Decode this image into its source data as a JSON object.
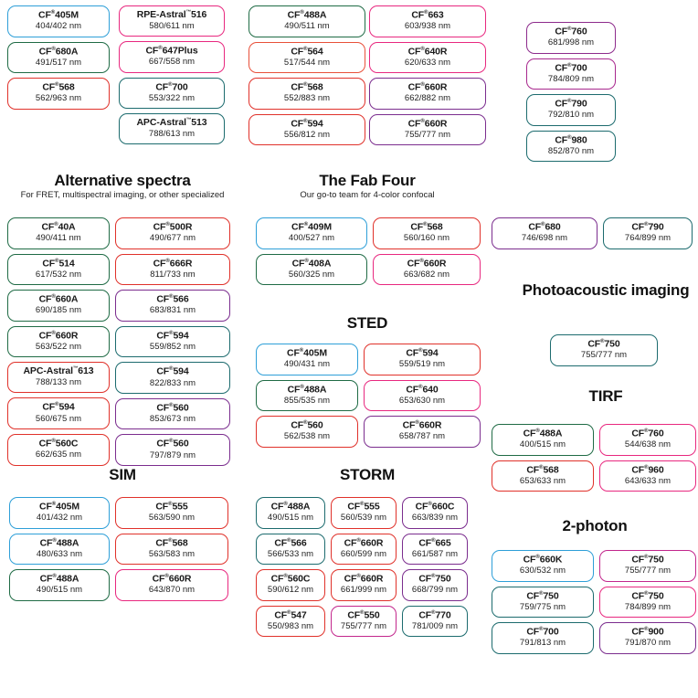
{
  "meta": {
    "reg_mark": "®",
    "tm_mark": "™"
  },
  "sections": [
    {
      "id": "top-left",
      "title": "",
      "subtitle": "",
      "columns": [
        {
          "id": "top-left-col1",
          "items": [
            {
              "name": "CF",
              "sup": "reg",
              "suffix": "405M",
              "spec": "404/402 nm",
              "color": "blue"
            },
            {
              "name": "CF",
              "sup": "reg",
              "suffix": "680A",
              "spec": "491/517 nm",
              "color": "green"
            },
            {
              "name": "CF",
              "sup": "reg",
              "suffix": "568",
              "spec": "562/963 nm",
              "color": "red"
            }
          ]
        },
        {
          "id": "top-left-col2",
          "items": [
            {
              "name": "RPE-Astral",
              "sup": "tm",
              "suffix": "516",
              "spec": "580/611 nm",
              "color": "pink"
            },
            {
              "name": "CF",
              "sup": "reg",
              "suffix": "647Plus",
              "spec": "667/558 nm",
              "color": "pink"
            },
            {
              "name": "CF",
              "sup": "reg",
              "suffix": "700",
              "spec": "553/322 nm",
              "color": "teal"
            },
            {
              "name": "APC-Astral",
              "sup": "tm",
              "suffix": "513",
              "spec": "788/613 nm",
              "color": "teal"
            }
          ]
        }
      ]
    },
    {
      "id": "top-middle",
      "title": "",
      "subtitle": "",
      "columns": [
        {
          "id": "top-middle-col1",
          "items": [
            {
              "name": "CF",
              "sup": "reg",
              "suffix": "488A",
              "spec": "490/511 nm",
              "color": "green"
            },
            {
              "name": "CF",
              "sup": "reg",
              "suffix": "564",
              "spec": "517/544 nm",
              "color": "orange"
            },
            {
              "name": "CF",
              "sup": "reg",
              "suffix": "568",
              "spec": "552/883 nm",
              "color": "red"
            },
            {
              "name": "CF",
              "sup": "reg",
              "suffix": "594",
              "spec": "556/812 nm",
              "color": "red"
            }
          ]
        },
        {
          "id": "top-middle-col2",
          "items": [
            {
              "name": "CF",
              "sup": "reg",
              "suffix": "663",
              "spec": "603/938 nm",
              "color": "pink"
            },
            {
              "name": "CF",
              "sup": "reg",
              "suffix": "640R",
              "spec": "620/633 nm",
              "color": "pink"
            },
            {
              "name": "CF",
              "sup": "reg",
              "suffix": "660R",
              "spec": "662/882 nm",
              "color": "purple"
            },
            {
              "name": "CF",
              "sup": "reg",
              "suffix": "660R",
              "spec": "755/777 nm",
              "color": "purple"
            }
          ]
        }
      ]
    },
    {
      "id": "top-right",
      "title": "",
      "subtitle": "",
      "columns": [
        {
          "id": "top-right-col1",
          "items": [
            {
              "name": "CF",
              "sup": "reg",
              "suffix": "760",
              "spec": "681/998 nm",
              "color": "grad-pm"
            },
            {
              "name": "CF",
              "sup": "reg",
              "suffix": "700",
              "spec": "784/809 nm",
              "color": "grad-mp"
            },
            {
              "name": "CF",
              "sup": "reg",
              "suffix": "790",
              "spec": "792/810 nm",
              "color": "teal"
            },
            {
              "name": "CF",
              "sup": "reg",
              "suffix": "980",
              "spec": "852/870 nm",
              "color": "teal"
            }
          ]
        }
      ]
    },
    {
      "id": "alternative-spectra",
      "title": "Alternative spectra",
      "subtitle": "For FRET, multispectral imaging, or other specialized",
      "columns": [
        {
          "id": "alt-col1",
          "items": [
            {
              "name": "CF",
              "sup": "reg",
              "suffix": "40A",
              "spec": "490/411 nm",
              "color": "green"
            },
            {
              "name": "CF",
              "sup": "reg",
              "suffix": "514",
              "spec": "617/532 nm",
              "color": "green"
            },
            {
              "name": "CF",
              "sup": "reg",
              "suffix": "660A",
              "spec": "690/185 nm",
              "color": "green"
            },
            {
              "name": "CF",
              "sup": "reg",
              "suffix": "660R",
              "spec": "563/522 nm",
              "color": "green"
            },
            {
              "name": "APC-Astral",
              "sup": "tm",
              "suffix": "613",
              "spec": "788/133 nm",
              "color": "red"
            },
            {
              "name": "CF",
              "sup": "reg",
              "suffix": "594",
              "spec": "560/675 nm",
              "color": "red"
            },
            {
              "name": "CF",
              "sup": "reg",
              "suffix": "560C",
              "spec": "662/635 nm",
              "color": "red"
            }
          ]
        },
        {
          "id": "alt-col2",
          "items": [
            {
              "name": "CF",
              "sup": "reg",
              "suffix": "500R",
              "spec": "490/677 nm",
              "color": "red"
            },
            {
              "name": "CF",
              "sup": "reg",
              "suffix": "666R",
              "spec": "811/733 nm",
              "color": "red"
            },
            {
              "name": "CF",
              "sup": "reg",
              "suffix": "566",
              "spec": "683/831 nm",
              "color": "purple"
            },
            {
              "name": "CF",
              "sup": "reg",
              "suffix": "594",
              "spec": "559/852 nm",
              "color": "teal"
            },
            {
              "name": "CF",
              "sup": "reg",
              "suffix": "594",
              "spec": "822/833 nm",
              "color": "teal"
            },
            {
              "name": "CF",
              "sup": "reg",
              "suffix": "560",
              "spec": "853/673 nm",
              "color": "purple"
            },
            {
              "name": "CF",
              "sup": "reg",
              "suffix": "560",
              "spec": "797/879 nm",
              "color": "purple"
            }
          ]
        }
      ]
    },
    {
      "id": "fab-four",
      "title": "The Fab Four",
      "subtitle": "Our go-to team for 4-color confocal",
      "columns": [
        {
          "id": "fab-col1",
          "items": [
            {
              "name": "CF",
              "sup": "reg",
              "suffix": "409M",
              "spec": "400/527 nm",
              "color": "blue"
            },
            {
              "name": "CF",
              "sup": "reg",
              "suffix": "408A",
              "spec": "560/325 nm",
              "color": "green"
            }
          ]
        },
        {
          "id": "fab-col2",
          "items": [
            {
              "name": "CF",
              "sup": "reg",
              "suffix": "568",
              "spec": "560/160 nm",
              "color": "red"
            },
            {
              "name": "CF",
              "sup": "reg",
              "suffix": "660R",
              "spec": "663/682 nm",
              "color": "pink"
            }
          ]
        }
      ]
    },
    {
      "id": "sted",
      "title": "STED",
      "subtitle": "",
      "columns": [
        {
          "id": "sted-col1",
          "items": [
            {
              "name": "CF",
              "sup": "reg",
              "suffix": "405M",
              "spec": "490/431 nm",
              "color": "blue"
            },
            {
              "name": "CF",
              "sup": "reg",
              "suffix": "488A",
              "spec": "855/535 nm",
              "color": "green"
            },
            {
              "name": "CF",
              "sup": "reg",
              "suffix": "560",
              "spec": "562/538 nm",
              "color": "red"
            }
          ]
        },
        {
          "id": "sted-col2",
          "items": [
            {
              "name": "CF",
              "sup": "reg",
              "suffix": "594",
              "spec": "559/519 nm",
              "color": "red"
            },
            {
              "name": "CF",
              "sup": "reg",
              "suffix": "640",
              "spec": "653/630 nm",
              "color": "pink"
            },
            {
              "name": "CF",
              "sup": "reg",
              "suffix": "660R",
              "spec": "658/787 nm",
              "color": "purple"
            }
          ]
        }
      ]
    },
    {
      "id": "mid-right-pair",
      "title": "",
      "subtitle": "",
      "columns": [
        {
          "id": "mid-right-col1",
          "items": [
            {
              "name": "CF",
              "sup": "reg",
              "suffix": "680",
              "spec": "746/698 nm",
              "color": "purple"
            }
          ]
        },
        {
          "id": "mid-right-col2",
          "items": [
            {
              "name": "CF",
              "sup": "reg",
              "suffix": "790",
              "spec": "764/899 nm",
              "color": "teal"
            }
          ]
        }
      ]
    },
    {
      "id": "photoacoustic",
      "title": "Photoacoustic imaging",
      "subtitle": "",
      "columns": [
        {
          "id": "photoacoustic-col1",
          "items": [
            {
              "name": "CF",
              "sup": "reg",
              "suffix": "750",
              "spec": "755/777 nm",
              "color": "teal"
            }
          ]
        }
      ]
    },
    {
      "id": "tirf",
      "title": "TIRF",
      "subtitle": "",
      "columns": [
        {
          "id": "tirf-col1",
          "items": [
            {
              "name": "CF",
              "sup": "reg",
              "suffix": "488A",
              "spec": "400/515 nm",
              "color": "green"
            },
            {
              "name": "CF",
              "sup": "reg",
              "suffix": "568",
              "spec": "653/633 nm",
              "color": "red"
            }
          ]
        },
        {
          "id": "tirf-col2",
          "items": [
            {
              "name": "CF",
              "sup": "reg",
              "suffix": "760",
              "spec": "544/638 nm",
              "color": "pink"
            },
            {
              "name": "CF",
              "sup": "reg",
              "suffix": "960",
              "spec": "643/633 nm",
              "color": "pink"
            }
          ]
        }
      ]
    },
    {
      "id": "sim",
      "title": "SIM",
      "subtitle": "",
      "columns": [
        {
          "id": "sim-col1",
          "items": [
            {
              "name": "CF",
              "sup": "reg",
              "suffix": "405M",
              "spec": "401/432 nm",
              "color": "blue"
            },
            {
              "name": "CF",
              "sup": "reg",
              "suffix": "488A",
              "spec": "480/633 nm",
              "color": "blue"
            },
            {
              "name": "CF",
              "sup": "reg",
              "suffix": "488A",
              "spec": "490/515 nm",
              "color": "green"
            }
          ]
        },
        {
          "id": "sim-col2",
          "items": [
            {
              "name": "CF",
              "sup": "reg",
              "suffix": "555",
              "spec": "563/590 nm",
              "color": "red"
            },
            {
              "name": "CF",
              "sup": "reg",
              "suffix": "568",
              "spec": "563/583 nm",
              "color": "red"
            },
            {
              "name": "CF",
              "sup": "reg",
              "suffix": "660R",
              "spec": "643/870 nm",
              "color": "pink"
            }
          ]
        }
      ]
    },
    {
      "id": "storm",
      "title": "STORM",
      "subtitle": "",
      "columns": [
        {
          "id": "storm-col1",
          "items": [
            {
              "name": "CF",
              "sup": "reg",
              "suffix": "488A",
              "spec": "490/515 nm",
              "color": "teal"
            },
            {
              "name": "CF",
              "sup": "reg",
              "suffix": "566",
              "spec": "566/533 nm",
              "color": "teal"
            },
            {
              "name": "CF",
              "sup": "reg",
              "suffix": "560C",
              "spec": "590/612 nm",
              "color": "red"
            },
            {
              "name": "CF",
              "sup": "reg",
              "suffix": "547",
              "spec": "550/983 nm",
              "color": "red"
            }
          ]
        },
        {
          "id": "storm-col2",
          "items": [
            {
              "name": "CF",
              "sup": "reg",
              "suffix": "555",
              "spec": "560/539 nm",
              "color": "red"
            },
            {
              "name": "CF",
              "sup": "reg",
              "suffix": "660R",
              "spec": "660/599 nm",
              "color": "red"
            },
            {
              "name": "CF",
              "sup": "reg",
              "suffix": "660R",
              "spec": "661/999 nm",
              "color": "red"
            },
            {
              "name": "CF",
              "sup": "reg",
              "suffix": "550",
              "spec": "755/777 nm",
              "color": "magenta"
            }
          ]
        },
        {
          "id": "storm-col3",
          "items": [
            {
              "name": "CF",
              "sup": "reg",
              "suffix": "660C",
              "spec": "663/839 nm",
              "color": "purple"
            },
            {
              "name": "CF",
              "sup": "reg",
              "suffix": "665",
              "spec": "661/587 nm",
              "color": "purple"
            },
            {
              "name": "CF",
              "sup": "reg",
              "suffix": "750",
              "spec": "668/799 nm",
              "color": "purple"
            },
            {
              "name": "CF",
              "sup": "reg",
              "suffix": "770",
              "spec": "781/009 nm",
              "color": "teal"
            }
          ]
        }
      ]
    },
    {
      "id": "two-photon",
      "title": "2-photon",
      "subtitle": "",
      "columns": [
        {
          "id": "2p-col1",
          "items": [
            {
              "name": "CF",
              "sup": "reg",
              "suffix": "660K",
              "spec": "630/532 nm",
              "color": "blue"
            },
            {
              "name": "CF",
              "sup": "reg",
              "suffix": "750",
              "spec": "759/775 nm",
              "color": "teal"
            },
            {
              "name": "CF",
              "sup": "reg",
              "suffix": "700",
              "spec": "791/813 nm",
              "color": "teal"
            }
          ]
        },
        {
          "id": "2p-col2",
          "items": [
            {
              "name": "CF",
              "sup": "reg",
              "suffix": "750",
              "spec": "755/777 nm",
              "color": "magenta"
            },
            {
              "name": "CF",
              "sup": "reg",
              "suffix": "750",
              "spec": "784/899 nm",
              "color": "pink"
            },
            {
              "name": "CF",
              "sup": "reg",
              "suffix": "900",
              "spec": "791/870 nm",
              "color": "purple"
            }
          ]
        }
      ]
    }
  ],
  "palette": {
    "blue": "#2e9fd8",
    "green": "#1f6b45",
    "red": "#e0312a",
    "pink": "#e8287f",
    "teal": "#1c6b6e",
    "purple": "#7b2d8e",
    "magenta": "#c2268c",
    "orange": "#e8503a"
  }
}
